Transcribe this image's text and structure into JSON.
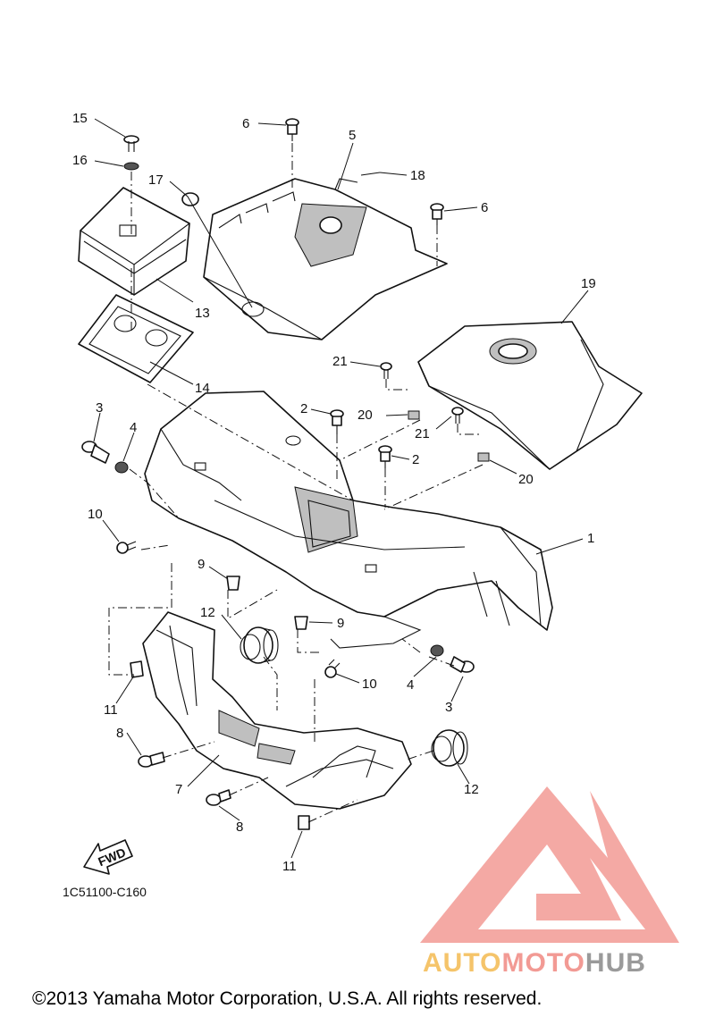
{
  "diagram": {
    "part_code": "1C51100-C160",
    "fwd_label": "FWD",
    "copyright": "©2013 Yamaha Motor Corporation, U.S.A. All rights reserved.",
    "watermark": {
      "segments": [
        "AUTO",
        "MOTO",
        "HUB"
      ],
      "colors": {
        "auto": "#f5c46a",
        "moto": "#f29a94",
        "hub": "#9a9a9a",
        "triangle": "#f29a94"
      }
    }
  },
  "callouts": {
    "c15": "15",
    "c16": "16",
    "c17": "17",
    "c13": "13",
    "c14": "14",
    "c6a": "6",
    "c5": "5",
    "c18": "18",
    "c6b": "6",
    "c19": "19",
    "c21a": "21",
    "c2a": "2",
    "c20a": "20",
    "c21b": "21",
    "c2b": "2",
    "c20b": "20",
    "c3a": "3",
    "c4a": "4",
    "c10a": "10",
    "c1": "1",
    "c9a": "9",
    "c12a": "12",
    "c9b": "9",
    "c10b": "10",
    "c4b": "4",
    "c3b": "3",
    "c11a": "11",
    "c8a": "8",
    "c7": "7",
    "c12b": "12",
    "c8b": "8",
    "c11b": "11"
  }
}
